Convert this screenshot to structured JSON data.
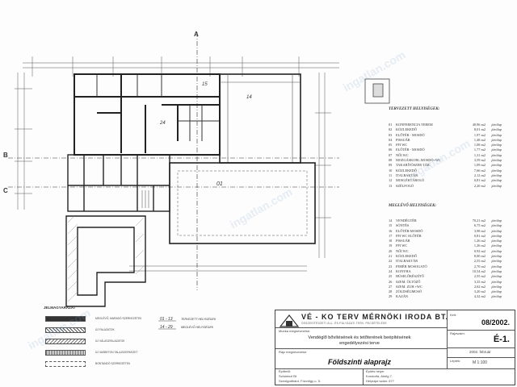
{
  "company": {
    "name": "VÉ - KO TERV MÉRNÖKI IRODA BT.",
    "subtitle": "ÖSSZESÍTÉSZETI ÁLL. ÉS PÁLYÁZATI TERV. PECSÉTELÉSE"
  },
  "project": {
    "line1": "Vendéglő bővítésének és tetőterének beépítésének",
    "line2": "engedélyezési terve",
    "drawing_title": "Földszinti alaprajz"
  },
  "title_block": {
    "date_label": "Kelt:",
    "date": "08/2002.",
    "sheet_label": "Rajzszám:",
    "sheet": "É-1.",
    "scale_label": "Lépték:",
    "scale": "M 1:100",
    "year": "2002. február",
    "client_label": "Építtető:",
    "client_line1": "Schwenzl Bt",
    "client_line2": "Szentgotthárd, Füzvölgy u. 5.",
    "site_label": "Építés helye:",
    "site_line1": "Kondorfa, Ahelg 7.",
    "site_line2": "Helyrajzi szám: 677",
    "drawing_label": "Rajz megnevezése:",
    "project_label": "Munka megnevezése:"
  },
  "legend": {
    "title": "JELMAGYARÁZAT",
    "items": [
      "MEGLÉVŐ, MARADÓ SZERKEZETEK",
      "ÚJ FALAZATOK",
      "ÚJ VÁLASZFALAZATOK",
      "ÚJ VASBETON TALAJSZERKEZET",
      "BONTANDÓ SZERKEZETEK"
    ]
  },
  "key": {
    "planned_range": "01 - 13",
    "planned_text": "TERVEZETT HELYISÉGEK",
    "existing_range": "14 - 29",
    "existing_text": "MEGLÉVŐ HELYISÉGEK"
  },
  "planned_rooms": {
    "title": "TERVEZETT HELYISÉGEK:",
    "rows": [
      {
        "no": "01",
        "name": "KONFERENCIA TEREM",
        "area": "40,96 m2",
        "floor": "járólap"
      },
      {
        "no": "02",
        "name": "KÖZLEKEDŐ",
        "area": "8,01 m2",
        "floor": "járólap"
      },
      {
        "no": "03",
        "name": "ELŐTÉR - MOSDÓ",
        "area": "1,97 m2",
        "floor": "járólap"
      },
      {
        "no": "04",
        "name": "PISSUÁR",
        "area": "1,48 m2",
        "floor": "járólap"
      },
      {
        "no": "05",
        "name": "FFI WC",
        "area": "1,08 m2",
        "floor": "járólap"
      },
      {
        "no": "06",
        "name": "ELŐTÉR - MOSDÓ",
        "area": "1,77 m2",
        "floor": "járólap"
      },
      {
        "no": "07",
        "name": "NŐI WC",
        "area": "1,31 m2",
        "floor": "járólap"
      },
      {
        "no": "08",
        "name": "MOZGÁSKORL.MOSDÓ+WC",
        "area": "3,59 m2",
        "floor": "járólap"
      },
      {
        "no": "09",
        "name": "TAKARÍTÓSZER TÁR.",
        "area": "1,09 m2",
        "floor": "járólap"
      },
      {
        "no": "10",
        "name": "KÖZLEKEDŐ",
        "area": "7,66 m2",
        "floor": "járólap"
      },
      {
        "no": "11",
        "name": "ITALRAKTÁR",
        "area": "2,12 m2",
        "floor": "járólap"
      },
      {
        "no": "12",
        "name": "MOSLÉKTÁROLÓ",
        "area": "0,81 m2",
        "floor": "járólap"
      },
      {
        "no": "13",
        "name": "SZÉLFOGÓ",
        "area": "2,20 m2",
        "floor": "járólap"
      }
    ]
  },
  "existing_rooms": {
    "title": "MEGLÉVŐ HELYISÉGEK:",
    "rows": [
      {
        "no": "14",
        "name": "VENDÉGTÉR",
        "area": "70,21 m2",
        "floor": "járólap"
      },
      {
        "no": "15",
        "name": "SÖNTÉS",
        "area": "6,75 m2",
        "floor": "járólap"
      },
      {
        "no": "16",
        "name": "ELŐTÉR-MOSDÓ",
        "area": "3,98 m2",
        "floor": "járólap"
      },
      {
        "no": "17",
        "name": "FFI WC ELŐTÉR",
        "area": "0,81 m2",
        "floor": "járólap"
      },
      {
        "no": "18",
        "name": "PISSUÁR",
        "area": "1,26 m2",
        "floor": "járólap"
      },
      {
        "no": "19",
        "name": "FFI WC",
        "area": "1,26 m2",
        "floor": "járólap"
      },
      {
        "no": "20",
        "name": "NŐI WC",
        "area": "0,92 m2",
        "floor": "járólap"
      },
      {
        "no": "21",
        "name": "KÖZLEKEDŐ",
        "area": "8,00 m2",
        "floor": "járólap"
      },
      {
        "no": "22",
        "name": "ITALRAKTÁR",
        "area": "2,55 m2",
        "floor": "járólap"
      },
      {
        "no": "23",
        "name": "FEHÉR MOSOGATÓ",
        "area": "2,70 m2",
        "floor": "járólap"
      },
      {
        "no": "24",
        "name": "KONYHA",
        "area": "10,54 m2",
        "floor": "járólap"
      },
      {
        "no": "25",
        "name": "HÚSELŐKÉSZÍTŐ",
        "area": "2,55 m2",
        "floor": "járólap"
      },
      {
        "no": "26",
        "name": "SZEM. ÖLTÖZŐ",
        "area": "3,35 m2",
        "floor": "járólap"
      },
      {
        "no": "27",
        "name": "SZEM. ZUH.+WC",
        "area": "2,62 m2",
        "floor": "járólap"
      },
      {
        "no": "28",
        "name": "ZÖLDSÉGMOSÓ",
        "area": "3,20 m2",
        "floor": "járólap"
      },
      {
        "no": "29",
        "name": "KAZÁN",
        "area": "4,32 m2",
        "floor": "járólap"
      }
    ]
  },
  "plan_labels": {
    "section_a": "A",
    "section_b": "B",
    "section_c": "C",
    "room_01": "01",
    "room_14": "14",
    "room_15": "15",
    "room_24": "24"
  },
  "watermark": "ingatlan.com"
}
